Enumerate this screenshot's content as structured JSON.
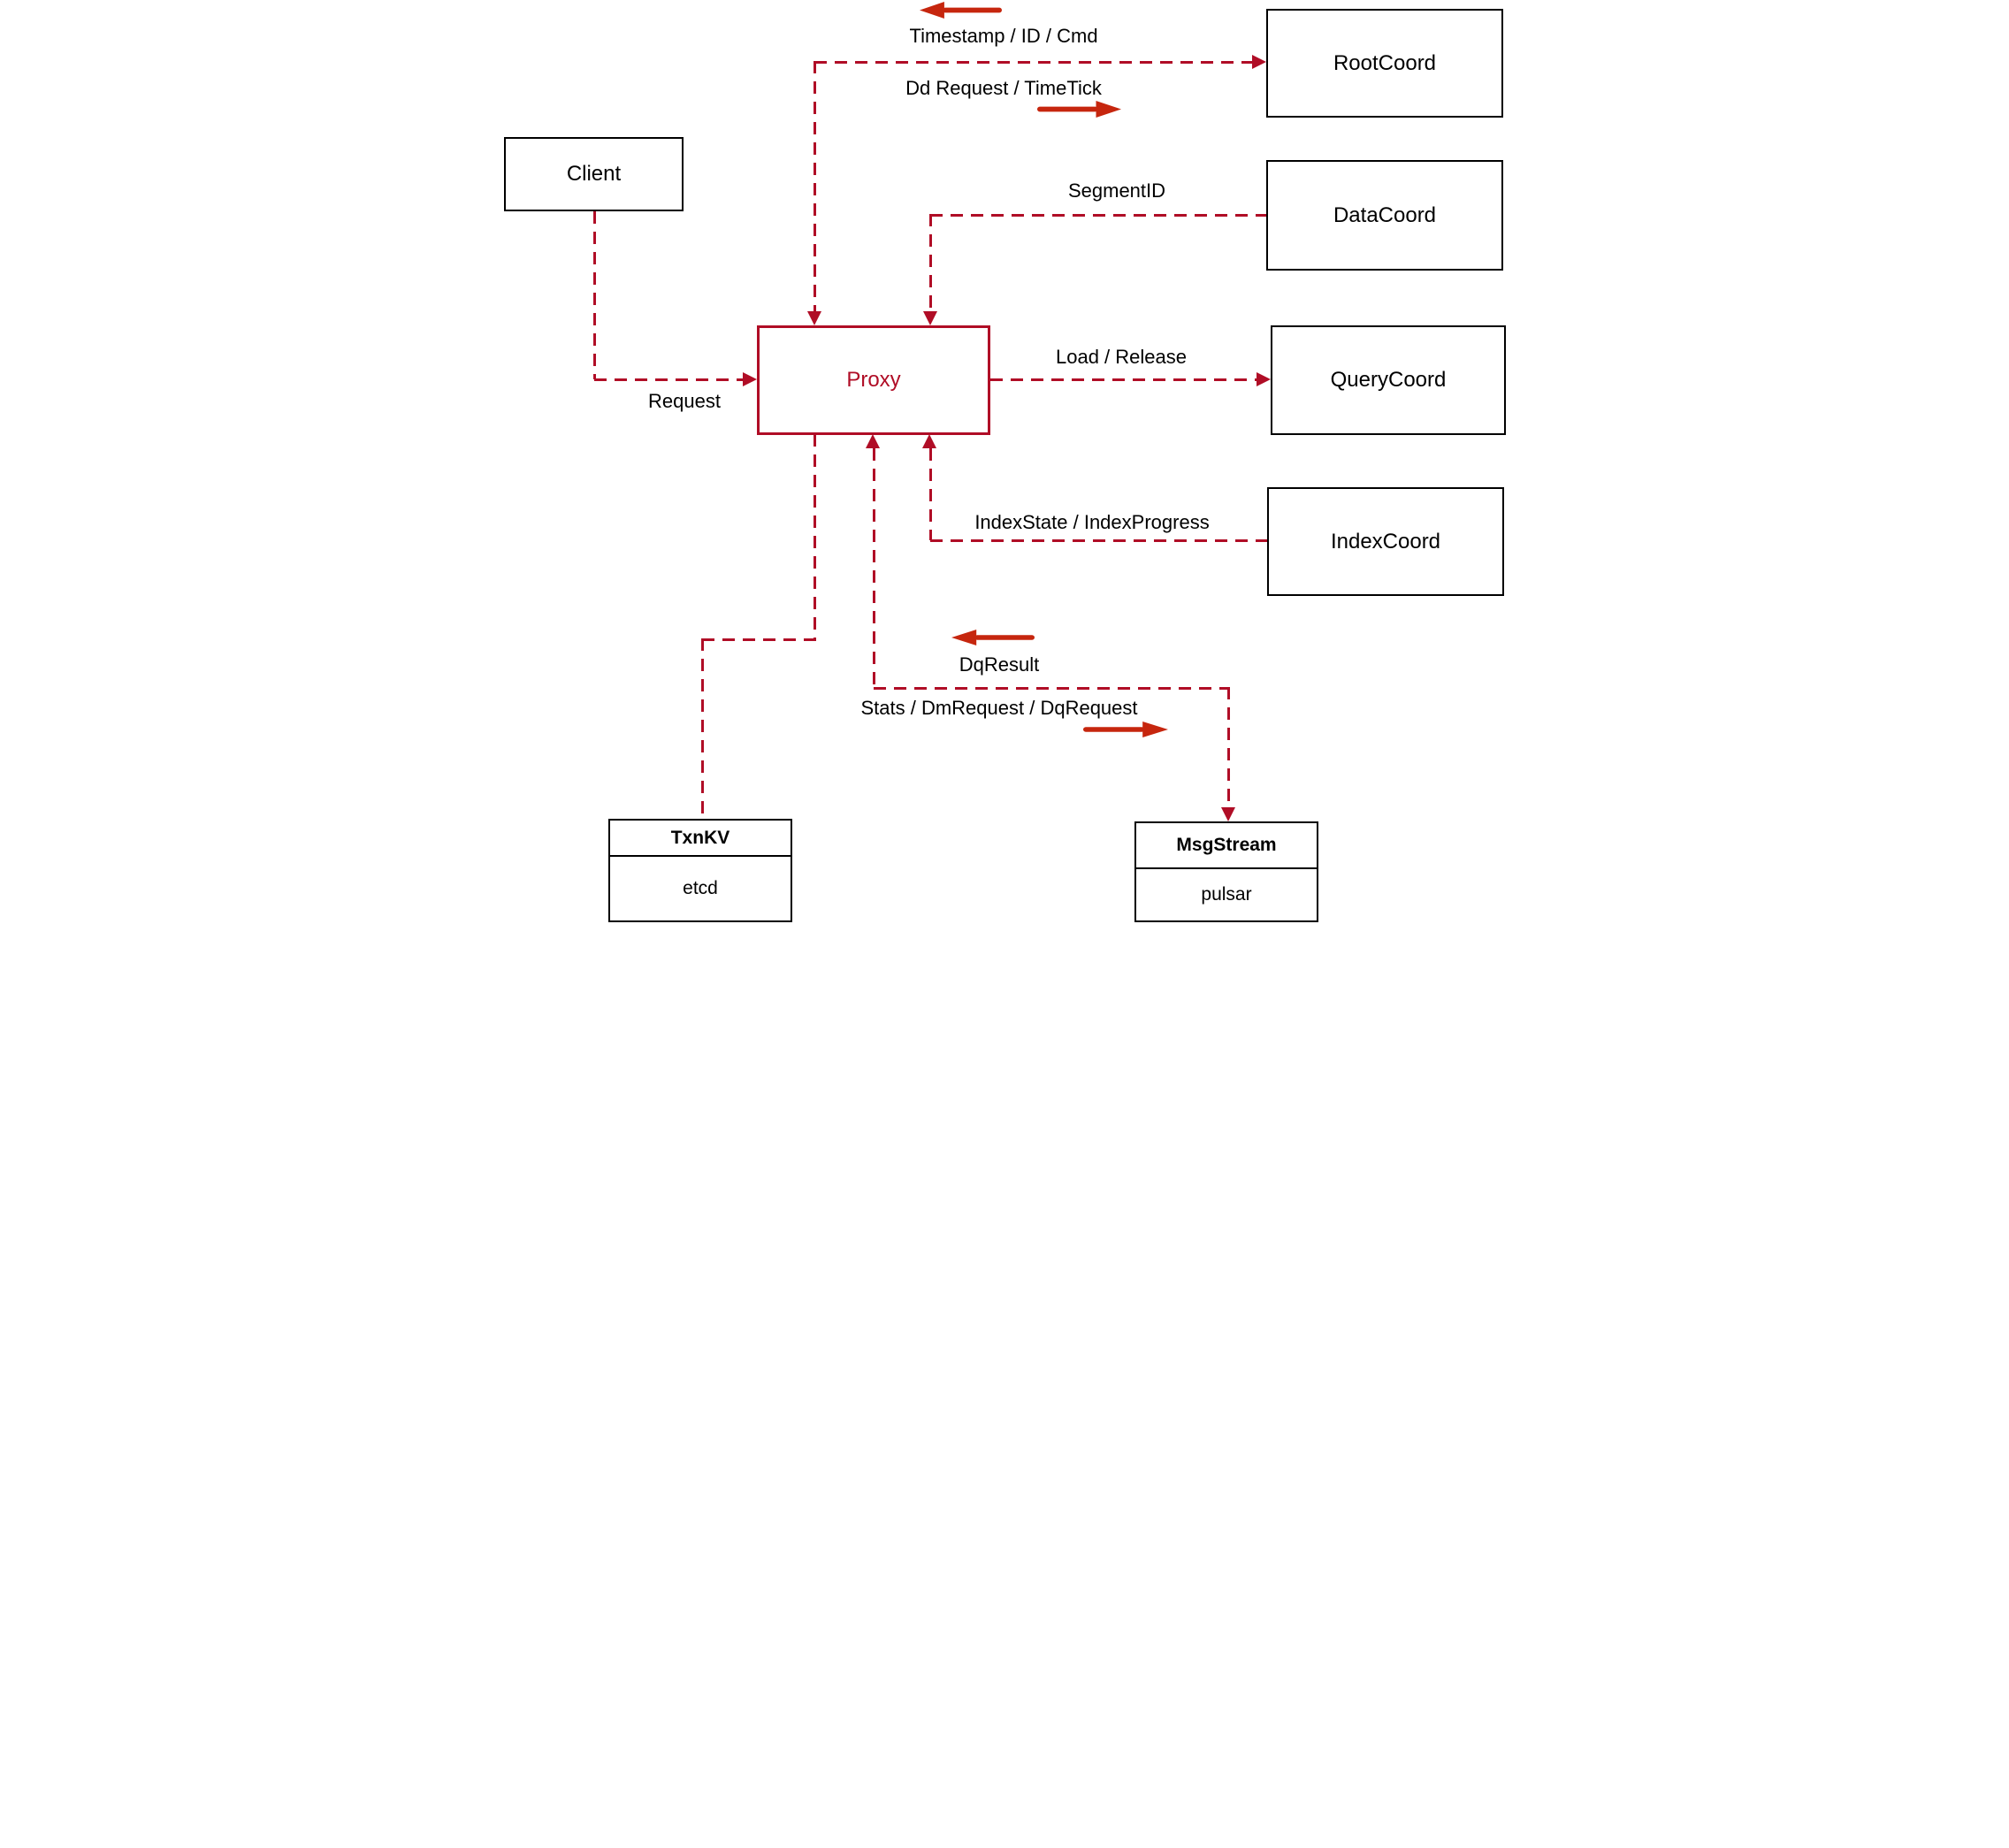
{
  "nodes": {
    "client": {
      "label": "Client"
    },
    "proxy": {
      "label": "Proxy"
    },
    "root_coord": {
      "label": "RootCoord"
    },
    "data_coord": {
      "label": "DataCoord"
    },
    "query_coord": {
      "label": "QueryCoord"
    },
    "index_coord": {
      "label": "IndexCoord"
    },
    "txn_kv": {
      "title": "TxnKV",
      "impl": "etcd"
    },
    "msg_stream": {
      "title": "MsgStream",
      "impl": "pulsar"
    }
  },
  "edge_labels": {
    "timestamp_id_cmd": "Timestamp / ID / Cmd",
    "dd_request_timetick": "Dd Request / TimeTick",
    "segment_id": "SegmentID",
    "load_release": "Load / Release",
    "index_state_progress": "IndexState / IndexProgress",
    "dq_result": "DqResult",
    "stats_dm_dq_request": "Stats / DmRequest / DqRequest",
    "request": "Request"
  },
  "colors": {
    "dashed_line": "#b00d26",
    "solid_arrow": "#c6260e",
    "node_border": "#000000",
    "proxy_accent": "#b00d26",
    "label_text": "#000000",
    "background": "#ffffff"
  }
}
